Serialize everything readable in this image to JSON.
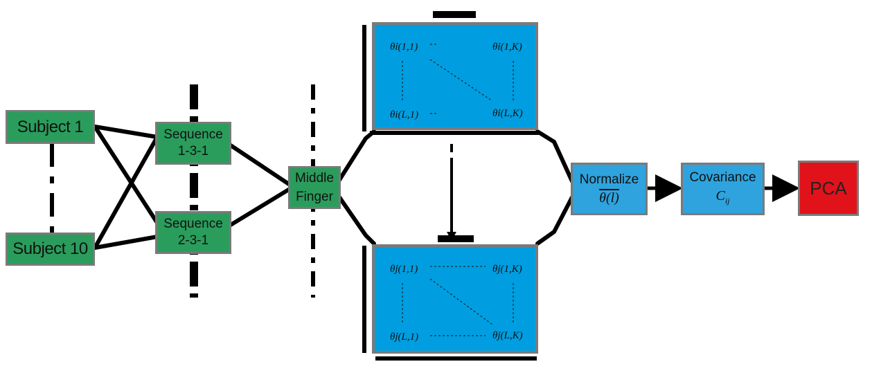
{
  "nodes": {
    "subject_top": "Subject 1",
    "subject_bottom": "Subject 10",
    "sequence_a": [
      "Sequence",
      "1-3-1"
    ],
    "sequence_b": [
      "Sequence",
      "2-3-1"
    ],
    "middle_finger": [
      "Middle",
      "Finger"
    ],
    "normalize": {
      "label": "Normalize",
      "symbol": "θ(l)"
    },
    "covariance": {
      "label": "Covariance",
      "symbol": "C",
      "subscript": "ij"
    },
    "pca": "PCA"
  },
  "matrix_i": {
    "top_left": "θ̇i(1,1)",
    "top_right": "θ̇i(1,K)",
    "bottom_left": "θi(L,1)",
    "bottom_right": "θ̇i(L,K)"
  },
  "matrix_j": {
    "top_left": "θ̇j(1,1)",
    "top_right": "θ̇j(1,K)",
    "bottom_left": "θ̇j(L,1)",
    "bottom_right": "θ̇j(L,K)"
  },
  "colors": {
    "green": "#2a9d5c",
    "blue": "#2fa3dd",
    "matrix_blue": "#009ee0",
    "red": "#e2121b",
    "border": "#7a7a7a",
    "line": "#000000"
  }
}
